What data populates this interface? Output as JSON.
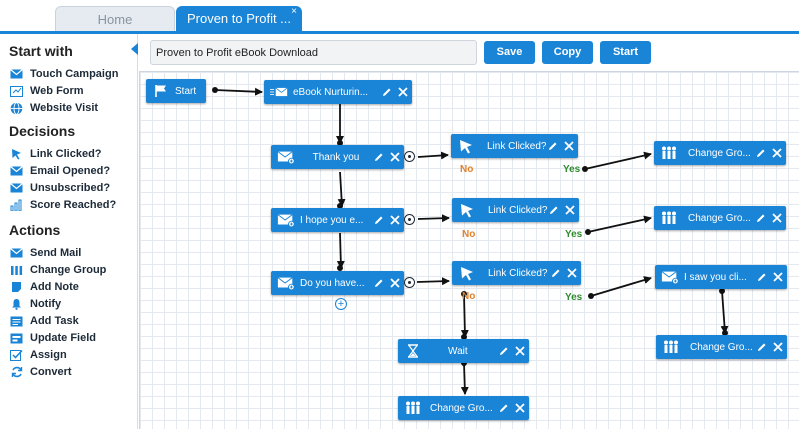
{
  "tabs": [
    {
      "label": "Home"
    },
    {
      "label": "Proven to Profit ...",
      "close": "×"
    }
  ],
  "sidebar": {
    "sections": [
      {
        "title": "Start with",
        "items": [
          {
            "label": "Touch Campaign",
            "icon": "mail-icon"
          },
          {
            "label": "Web Form",
            "icon": "form-icon"
          },
          {
            "label": "Website Visit",
            "icon": "globe-icon"
          }
        ]
      },
      {
        "title": "Decisions",
        "items": [
          {
            "label": "Link Clicked?",
            "icon": "cursor-icon"
          },
          {
            "label": "Email Opened?",
            "icon": "mail-icon"
          },
          {
            "label": "Unsubscribed?",
            "icon": "mail-icon"
          },
          {
            "label": "Score Reached?",
            "icon": "bar-chart-icon"
          }
        ]
      },
      {
        "title": "Actions",
        "items": [
          {
            "label": "Send Mail",
            "icon": "mail-icon"
          },
          {
            "label": "Change Group",
            "icon": "group-icon"
          },
          {
            "label": "Add Note",
            "icon": "note-icon"
          },
          {
            "label": "Notify",
            "icon": "bell-icon"
          },
          {
            "label": "Add Task",
            "icon": "task-icon"
          },
          {
            "label": "Update Field",
            "icon": "field-icon"
          },
          {
            "label": "Assign",
            "icon": "assign-icon"
          },
          {
            "label": "Convert",
            "icon": "convert-icon"
          }
        ]
      }
    ]
  },
  "toolbar": {
    "name_value": "Proven to Profit eBook Download",
    "save_label": "Save",
    "copy_label": "Copy",
    "start_label": "Start"
  },
  "workflow": {
    "nodes": [
      {
        "label": "Start",
        "icon": "flag-icon"
      },
      {
        "label": "eBook Nurturin...",
        "icon": "touch-mail-icon"
      },
      {
        "label": "Thank you",
        "icon": "mail-add-icon"
      },
      {
        "label": "Link Clicked?",
        "icon": "cursor-icon"
      },
      {
        "label": "Change Gro...",
        "icon": "group-icon"
      },
      {
        "label": "I hope you e...",
        "icon": "mail-add-icon"
      },
      {
        "label": "Link Clicked?",
        "icon": "cursor-icon"
      },
      {
        "label": "Change Gro...",
        "icon": "group-icon"
      },
      {
        "label": "Do you have...",
        "icon": "mail-add-icon"
      },
      {
        "label": "Link Clicked?",
        "icon": "cursor-icon"
      },
      {
        "label": "I saw you cli...",
        "icon": "mail-add-icon"
      },
      {
        "label": "Change Gro...",
        "icon": "group-icon"
      },
      {
        "label": "Wait",
        "icon": "hourglass-icon"
      },
      {
        "label": "Change Gro...",
        "icon": "group-icon"
      }
    ],
    "branch_no": "No",
    "branch_yes": "Yes",
    "add_symbol": "+"
  },
  "colors": {
    "accent": "#1a84d6",
    "no": "#e0812a",
    "yes": "#2e8b2e"
  }
}
